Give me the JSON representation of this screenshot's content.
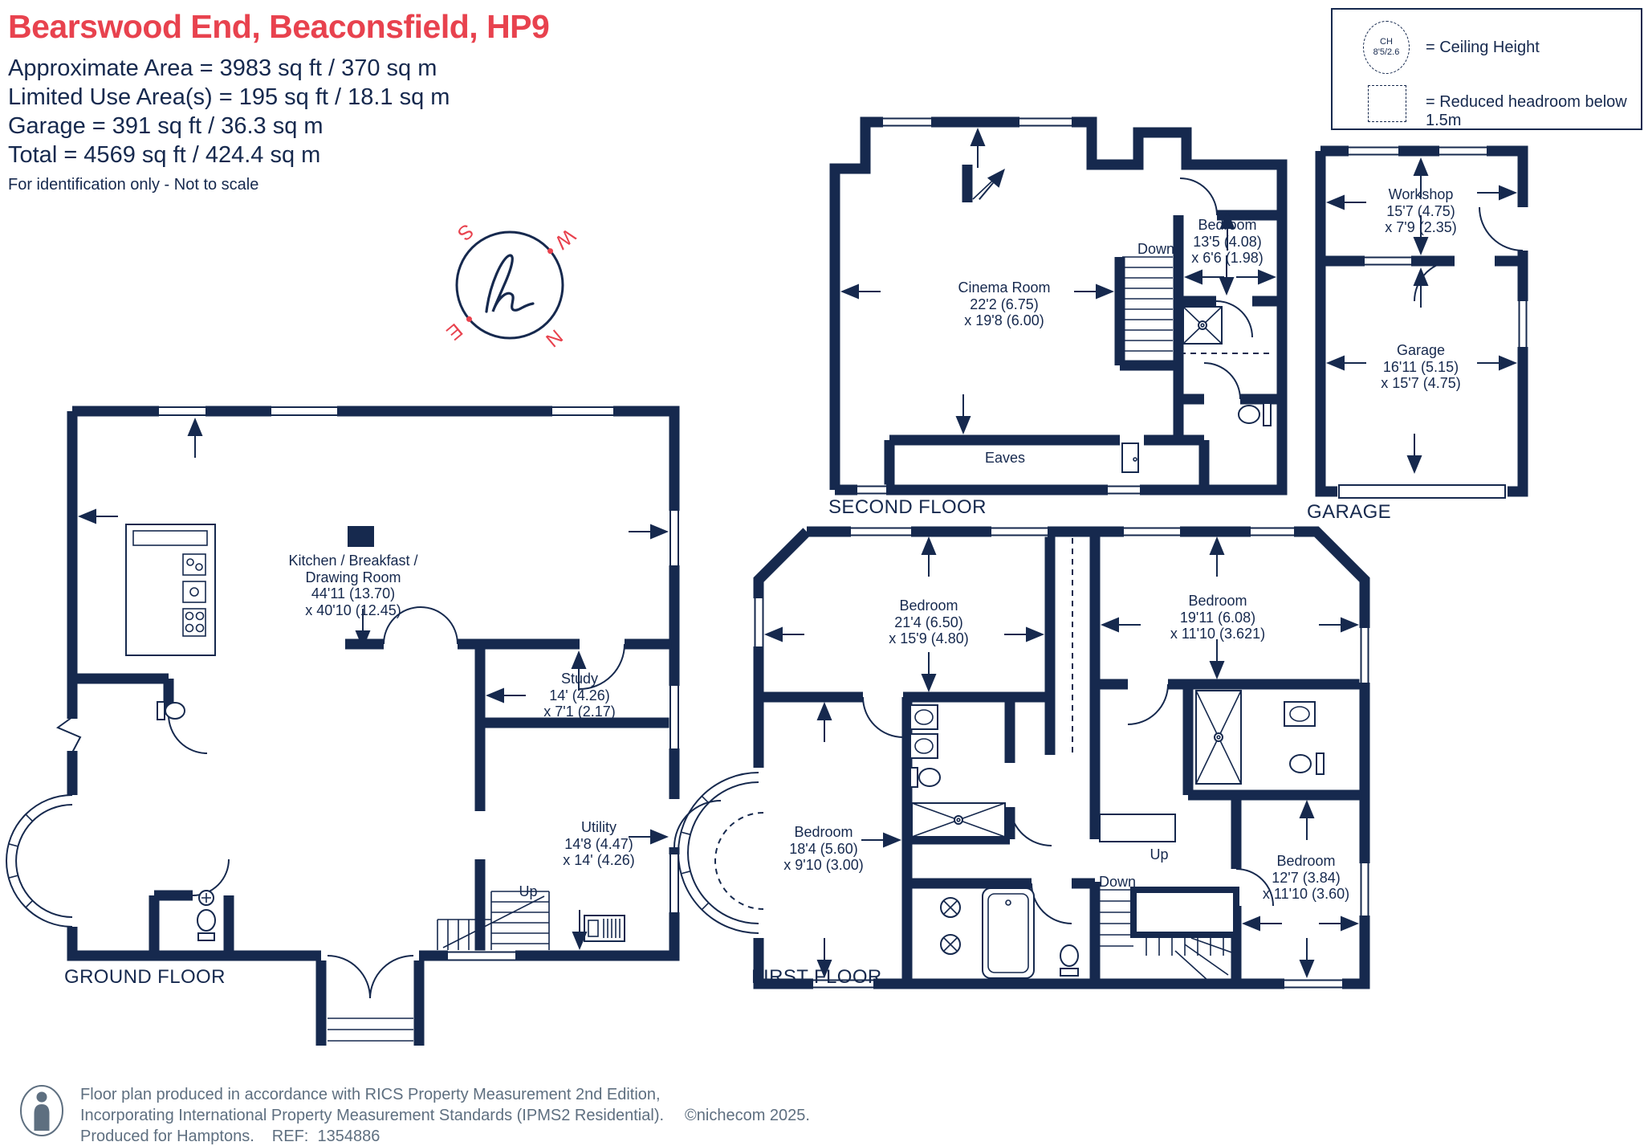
{
  "header": {
    "title": "Bearswood End, Beaconsfield, HP9",
    "area_lines": [
      "Approximate Area = 3983 sq ft / 370 sq m",
      "Limited Use Area(s) = 195 sq ft / 18.1 sq m",
      "Garage = 391 sq ft / 36.3 sq m",
      "Total = 4569 sq ft / 424.4 sq m"
    ],
    "note": "For identification only - Not to scale"
  },
  "legend": {
    "ceiling_abbr": "CH",
    "ceiling_value": "8'5/2.6",
    "ceiling_label": "= Ceiling Height",
    "reduced_label": "= Reduced headroom below 1.5m"
  },
  "compass": {
    "north": "N",
    "east": "E",
    "south": "S",
    "west": "W"
  },
  "floors": {
    "ground": {
      "label": "GROUND FLOOR",
      "kitchen": {
        "l1": "Kitchen / Breakfast /",
        "l2": "Drawing Room",
        "l3": "44'11 (13.70)",
        "l4": "x 40'10 (12.45)"
      },
      "study": {
        "l1": "Study",
        "l2": "14' (4.26)",
        "l3": "x 7'1 (2.17)"
      },
      "utility": {
        "l1": "Utility",
        "l2": "14'8 (4.47)",
        "l3": "x 14' (4.26)"
      },
      "up": "Up"
    },
    "first": {
      "label": "FIRST FLOOR",
      "bedroom1": {
        "l1": "Bedroom",
        "l2": "21'4 (6.50)",
        "l3": "x 15'9 (4.80)"
      },
      "bedroom2": {
        "l1": "Bedroom",
        "l2": "19'11 (6.08)",
        "l3": "x 11'10 (3.621)"
      },
      "bedroom3": {
        "l1": "Bedroom",
        "l2": "18'4 (5.60)",
        "l3": "x 9'10 (3.00)"
      },
      "bedroom4": {
        "l1": "Bedroom",
        "l2": "12'7 (3.84)",
        "l3": "x 11'10 (3.60)"
      },
      "up": "Up",
      "down": "Down"
    },
    "second": {
      "label": "SECOND FLOOR",
      "cinema": {
        "l1": "Cinema Room",
        "l2": "22'2 (6.75)",
        "l3": "x 19'8 (6.00)"
      },
      "bedroom": {
        "l1": "Bedroom",
        "l2": "13'5 (4.08)",
        "l3": "x 6'6 (1.98)"
      },
      "down": "Down",
      "eaves": "Eaves"
    },
    "garage": {
      "label": "GARAGE",
      "workshop": {
        "l1": "Workshop",
        "l2": "15'7 (4.75)",
        "l3": "x 7'9 (2.35)"
      },
      "garage_room": {
        "l1": "Garage",
        "l2": "16'11 (5.15)",
        "l3": "x 15'7 (4.75)"
      }
    }
  },
  "footer": {
    "line1": "Floor plan produced in accordance with RICS Property Measurement 2nd Edition,",
    "line2": "Incorporating International Property Measurement Standards (IPMS2 Residential).",
    "brand": "©nichecom 2025.",
    "line3": "Produced for Hamptons.",
    "ref": "REF:  1354886"
  },
  "colors": {
    "wall_navy": "#16294E",
    "accent_red": "#E8424E",
    "footer_gray": "#5E6F80"
  }
}
